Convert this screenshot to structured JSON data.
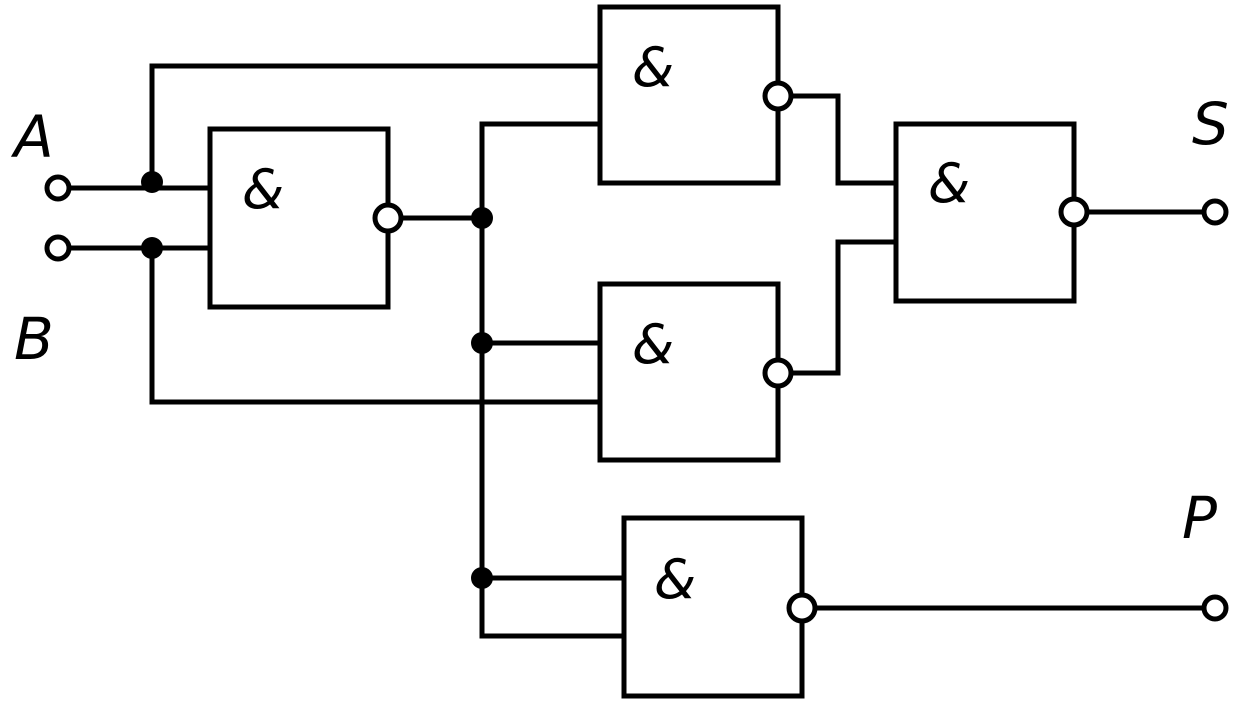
{
  "inputs": [
    {
      "label": "A"
    },
    {
      "label": "B"
    }
  ],
  "outputs": [
    {
      "label": "S"
    },
    {
      "label": "P"
    }
  ],
  "gates": [
    {
      "id": "g1",
      "symbol": "&"
    },
    {
      "id": "g2",
      "symbol": "&"
    },
    {
      "id": "g3",
      "symbol": "&"
    },
    {
      "id": "g4",
      "symbol": "&"
    },
    {
      "id": "g5",
      "symbol": "&"
    }
  ]
}
